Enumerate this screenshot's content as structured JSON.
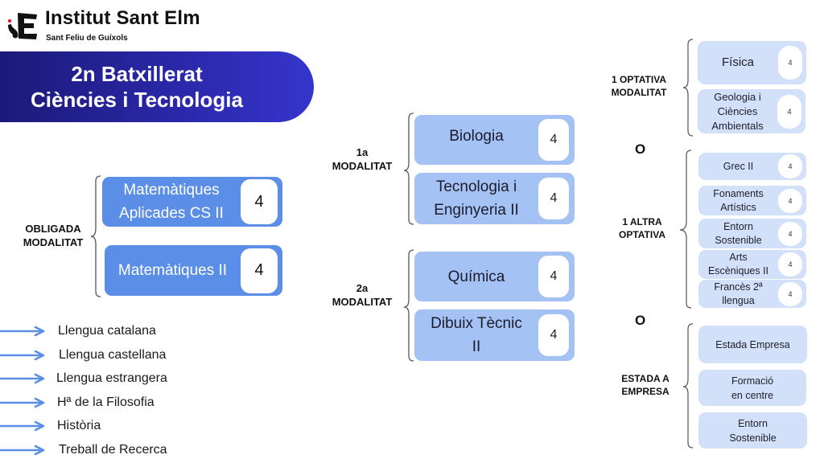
{
  "header": {
    "school_name": "Institut Sant Elm",
    "school_town": "Sant Feliu de Guíxols",
    "logo_icon": "ise-logo-icon",
    "title_line1": "2n Batxillerat",
    "title_line2": "Ciències i Tecnologia"
  },
  "colors": {
    "banner_start": "#1c1a78",
    "banner_end": "#3535cc",
    "required_box": "#5b8ee6",
    "modality_box": "#a4c2f4",
    "optional_box": "#d3e0fa",
    "arrow": "#5b8ee6"
  },
  "obligada": {
    "label_line1": "OBLIGADA",
    "label_line2": "MODALITAT",
    "subjects": [
      {
        "name_line1": "Matemàtiques",
        "name_line2": "Aplicades CS II",
        "hours": "4"
      },
      {
        "name_line1": "Matemàtiques II",
        "name_line2": "",
        "hours": "4"
      }
    ]
  },
  "common_subjects": {
    "icon": "arrow-right-icon",
    "items": [
      "Llengua catalana",
      "Llengua castellana",
      "Llengua estrangera",
      "Hª de la Filosofia",
      "Història",
      "Treball de Recerca"
    ]
  },
  "modalitat1": {
    "label_line1": "1a",
    "label_line2": "MODALITAT",
    "subjects": [
      {
        "name_line1": "Biologia",
        "name_line2": "",
        "hours": "4"
      },
      {
        "name_line1": "Tecnologia i",
        "name_line2": "Enginyeria II",
        "hours": "4"
      }
    ]
  },
  "modalitat2": {
    "label_line1": "2a",
    "label_line2": "MODALITAT",
    "subjects": [
      {
        "name_line1": "Química",
        "name_line2": "",
        "hours": "4"
      },
      {
        "name_line1": "Dibuix Tècnic",
        "name_line2": "II",
        "hours": "4"
      }
    ]
  },
  "optativa_modalitat": {
    "label_line1": "1 OPTATIVA",
    "label_line2": "MODALITAT",
    "subjects": [
      {
        "lines": [
          "Física"
        ],
        "hours": "4"
      },
      {
        "lines": [
          "Geologia i",
          "Ciències",
          "Ambientals"
        ],
        "hours": "4"
      }
    ]
  },
  "or_label": "O",
  "altra_optativa": {
    "label_line1": "1 ALTRA",
    "label_line2": "OPTATIVA",
    "subjects": [
      {
        "lines": [
          "Grec II"
        ],
        "hours": "4"
      },
      {
        "lines": [
          "Fonaments",
          "Artístics"
        ],
        "hours": "4"
      },
      {
        "lines": [
          "Entorn",
          "Sostenible"
        ],
        "hours": "4"
      },
      {
        "lines": [
          "Arts",
          "Escèniques II"
        ],
        "hours": "4"
      },
      {
        "lines": [
          "Francès 2ª",
          "llengua"
        ],
        "hours": "4"
      }
    ]
  },
  "estada_empresa": {
    "label_line1": "ESTADA A",
    "label_line2": "EMPRESA",
    "subjects": [
      {
        "lines": [
          "Estada Empresa"
        ]
      },
      {
        "lines": [
          "Formació",
          "en centre"
        ]
      },
      {
        "lines": [
          "Entorn",
          "Sostenible"
        ]
      }
    ]
  }
}
